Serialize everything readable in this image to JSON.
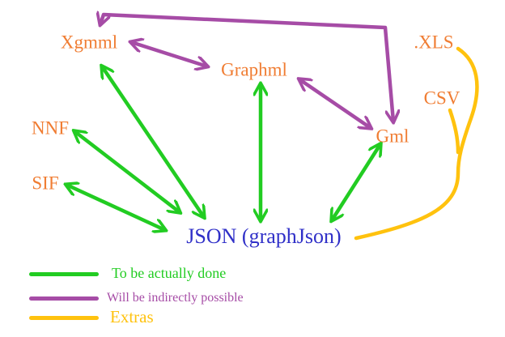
{
  "colors": {
    "green": "#22cc22",
    "purple": "#a64ca6",
    "yellow": "#ffc20e",
    "format_text": "#f07d33",
    "hub_text": "#3030c8"
  },
  "nodes": {
    "xgmml": "Xgmml",
    "graphml": "Graphml",
    "gml": "Gml",
    "nnf": "NNF",
    "sif": "SIF",
    "xls": ".XLS",
    "csv": "CSV",
    "json": "JSON (graphJson)"
  },
  "connections": [
    {
      "from": "xgmml",
      "to": "json",
      "kind": "to_be_done",
      "arrows": "both"
    },
    {
      "from": "graphml",
      "to": "json",
      "kind": "to_be_done",
      "arrows": "both"
    },
    {
      "from": "gml",
      "to": "json",
      "kind": "to_be_done",
      "arrows": "both"
    },
    {
      "from": "nnf",
      "to": "json",
      "kind": "to_be_done",
      "arrows": "both"
    },
    {
      "from": "sif",
      "to": "json",
      "kind": "to_be_done",
      "arrows": "both"
    },
    {
      "from": "xgmml",
      "to": "graphml",
      "kind": "indirect",
      "arrows": "both"
    },
    {
      "from": "graphml",
      "to": "gml",
      "kind": "indirect",
      "arrows": "both"
    },
    {
      "from": "xgmml",
      "to": "gml",
      "kind": "indirect",
      "arrows": "both"
    },
    {
      "from": "xls",
      "to": "json",
      "kind": "extra",
      "arrows": "none"
    },
    {
      "from": "csv",
      "to": "json",
      "kind": "extra",
      "arrows": "none"
    }
  ],
  "legend": [
    {
      "kind": "to_be_done",
      "label": "To be actually done",
      "color": "#22cc22"
    },
    {
      "kind": "indirect",
      "label": "Will be indirectly possible",
      "color": "#a64ca6"
    },
    {
      "kind": "extra",
      "label": "Extras",
      "color": "#ffc20e"
    }
  ]
}
